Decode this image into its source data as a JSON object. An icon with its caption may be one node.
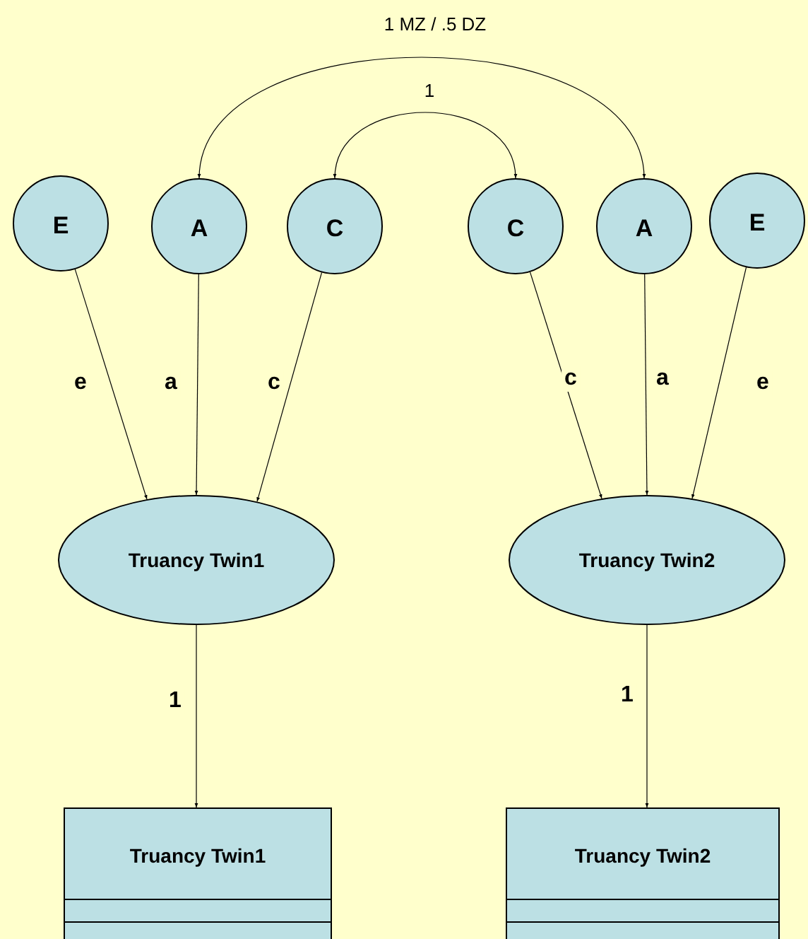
{
  "diagram": {
    "nodes": [
      {
        "text": [
          "E"
        ]
      },
      {
        "text": [
          "A"
        ]
      },
      {
        "text": [
          "C"
        ]
      },
      {
        "text": [
          "C"
        ]
      },
      {
        "text": [
          "A"
        ]
      },
      {
        "text": [
          "E"
        ]
      },
      {
        "text": [
          "Truancy Twin1"
        ]
      },
      {
        "text": [
          "Truancy Twin2"
        ]
      },
      {
        "text": [
          "Truancy Twin1"
        ]
      },
      {
        "text": [
          "Truancy Twin2"
        ]
      }
    ],
    "edges": [
      {
        "from": 0,
        "to": 6,
        "arrow": "to",
        "label": "e"
      },
      {
        "from": 1,
        "to": 6,
        "arrow": "to",
        "label": "a"
      },
      {
        "from": 2,
        "to": 6,
        "arrow": "to",
        "label": "c"
      },
      {
        "from": 3,
        "to": 7,
        "arrow": "to",
        "label": "c"
      },
      {
        "from": 4,
        "to": 7,
        "arrow": "to",
        "label": "a"
      },
      {
        "from": 5,
        "to": 7,
        "arrow": "to",
        "label": "e"
      },
      {
        "from": 6,
        "to": 8,
        "arrow": "to",
        "label": "1"
      },
      {
        "from": 7,
        "to": 9,
        "arrow": "to",
        "label": "1"
      },
      {
        "from": 1,
        "to": 4,
        "arrow": "both",
        "label": "1 MZ / .5 DZ"
      },
      {
        "from": 2,
        "to": 3,
        "arrow": "both",
        "label": "1"
      }
    ]
  }
}
